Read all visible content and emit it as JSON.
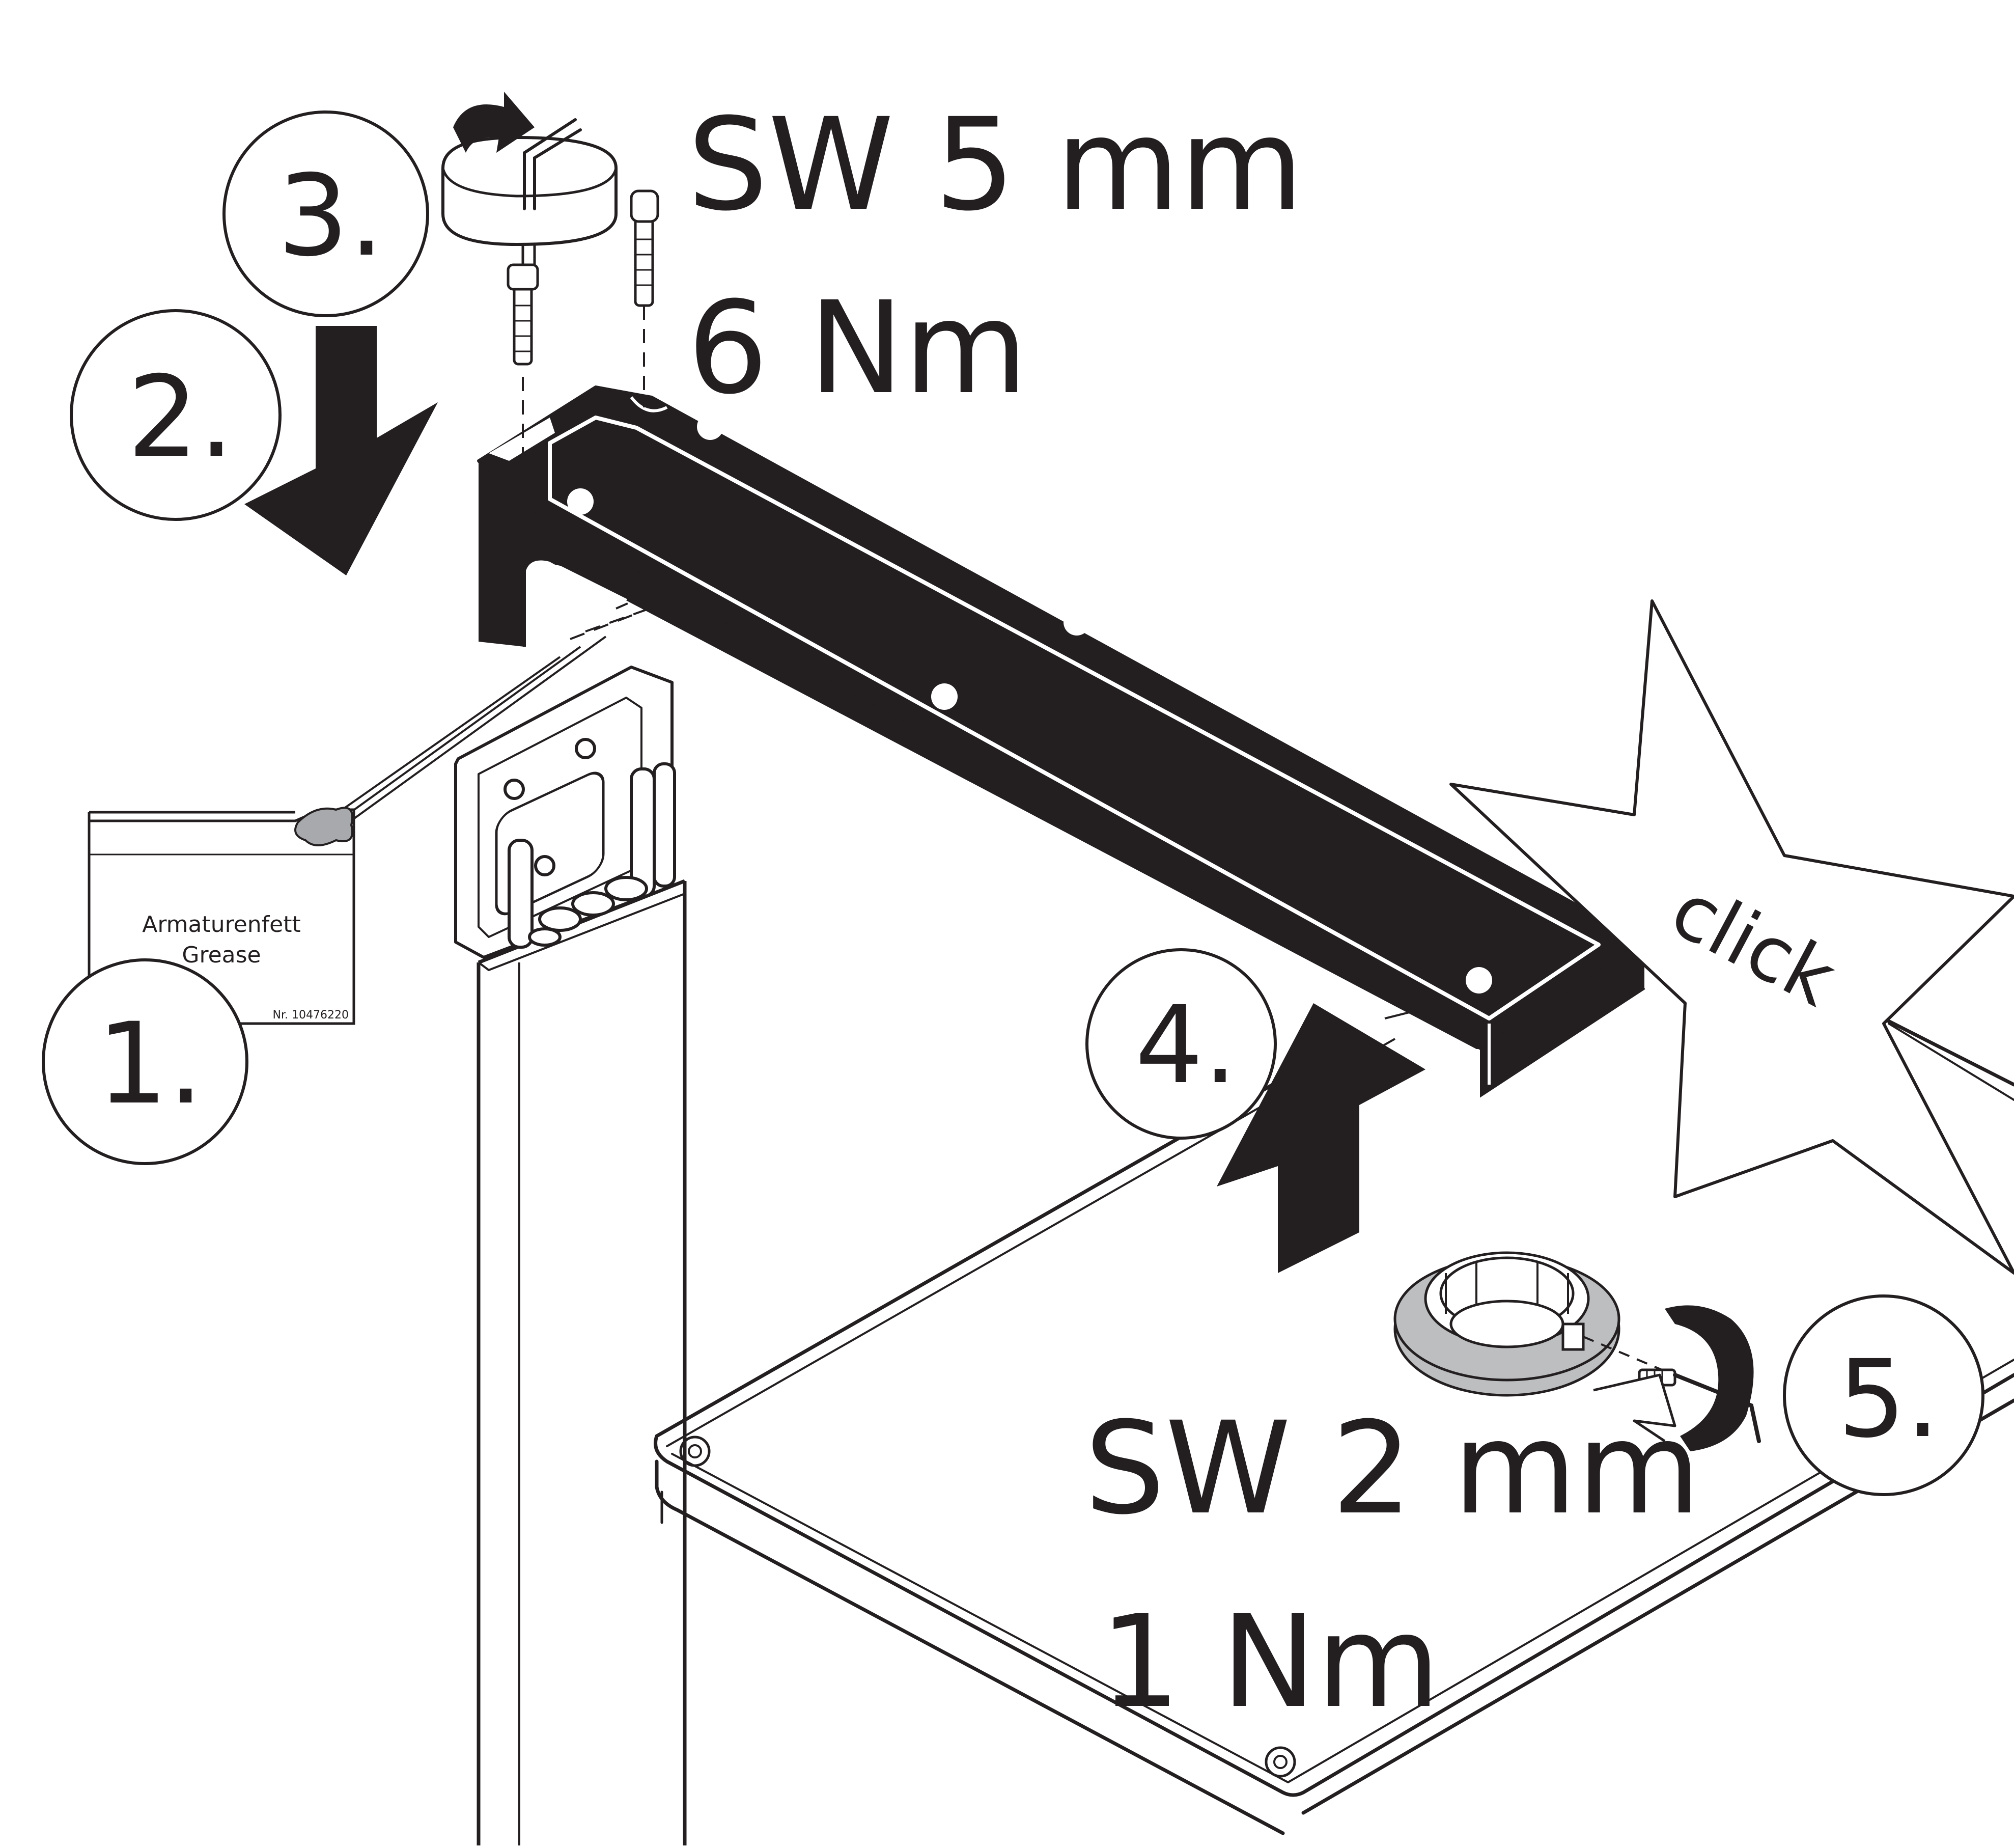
{
  "steps": [
    {
      "number": "1."
    },
    {
      "number": "2."
    },
    {
      "number": "3."
    },
    {
      "number": "4."
    },
    {
      "number": "5."
    }
  ],
  "specs": {
    "top_wrench": "SW 5 mm",
    "top_torque": "6 Nm",
    "bottom_wrench": "SW 2 mm",
    "bottom_torque": "1 Nm"
  },
  "grease_box": {
    "line1": "Armaturenfett",
    "line2": "Grease",
    "part_number": "Nr. 10476220"
  },
  "click_label": "click",
  "colors": {
    "ink": "#231f20",
    "background": "#ffffff",
    "grease_dab": "#a7a9ac",
    "ring_gray": "#bcbec0"
  },
  "icons": [
    "rotate-arrow-icon",
    "hex-key-icon",
    "down-arrow-icon",
    "up-arrow-icon",
    "click-star-icon"
  ]
}
